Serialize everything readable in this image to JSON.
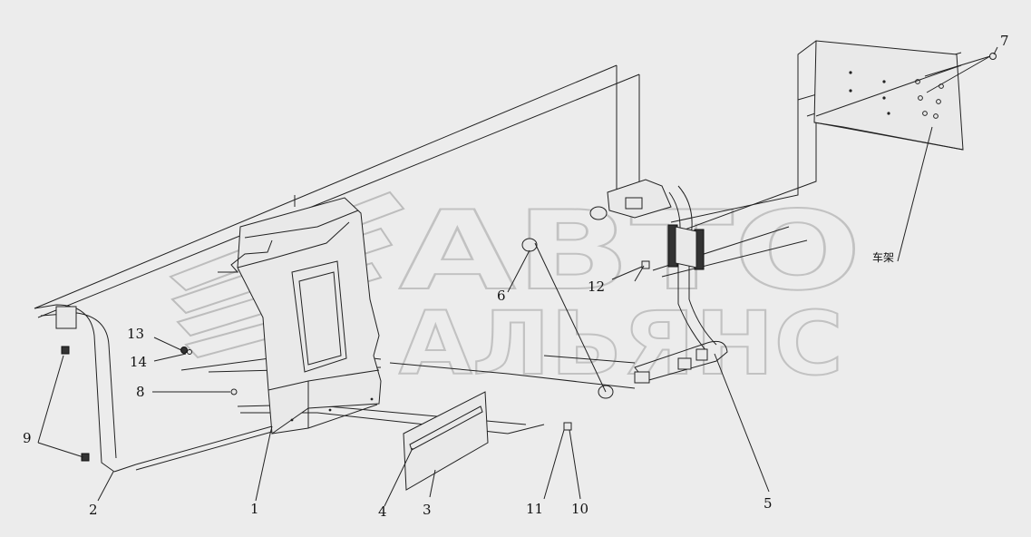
{
  "watermark": {
    "line1": "АВТО",
    "line2": "АЛЬЯНС"
  },
  "callouts": {
    "c1": "1",
    "c2": "2",
    "c3": "3",
    "c4": "4",
    "c5": "5",
    "c6": "6",
    "c7": "7",
    "c8": "8",
    "c9": "9",
    "c10": "10",
    "c11": "11",
    "c12": "12",
    "c13": "13",
    "c14": "14",
    "frame": "车架"
  }
}
